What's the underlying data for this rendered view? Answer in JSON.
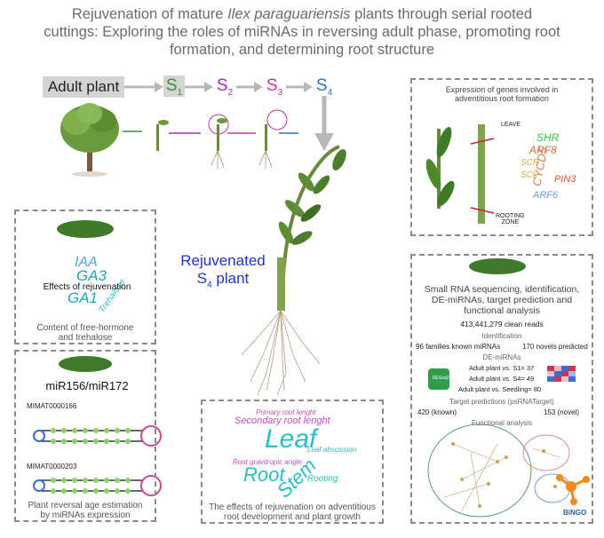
{
  "title": {
    "line1_pre": "Rejuvenation of mature ",
    "line1_species": "Ilex paraguariensis",
    "line1_post": " plants through serial rooted",
    "line2": "cuttings: Exploring the roles of miRNAs in reversing adult phase, promoting root",
    "line3": "formation, and determining root structure"
  },
  "timeline": {
    "adult_label": "Adult plant",
    "stages": [
      {
        "letter": "S",
        "num": "1",
        "color": "#3a8f3a"
      },
      {
        "letter": "S",
        "num": "2",
        "color": "#b02ab0"
      },
      {
        "letter": "S",
        "num": "3",
        "color": "#d0349c"
      },
      {
        "letter": "S",
        "num": "4",
        "color": "#2f6fd0"
      }
    ]
  },
  "rejuvenated": {
    "line1": "Rejuvenated",
    "line2_pre": "S",
    "line2_sub": "4",
    "line2_post": " plant"
  },
  "hormone_box": {
    "center": "Effects of rejuvenation",
    "words": [
      "IAA",
      "GA3",
      "GA1",
      "Trehalose"
    ],
    "caption1": "Content of free-hormone",
    "caption2": "and trehalose"
  },
  "mirna_box": {
    "title": "miR156/miR172",
    "id1": "MIMAT0000166",
    "id2": "MIMAT0000203",
    "caption1": "Plant reversal age estimation",
    "caption2": "by miRNAs expression"
  },
  "effects_box": {
    "words": {
      "primary": "Primary root lenght",
      "secondary": "Secondary root lenght",
      "leaf": "Leaf",
      "leaf_abscission": "Leaf abscission",
      "gravitropic": "Root gravitropic angle",
      "root": "Root",
      "stem": "Stem",
      "rooting": "Rooting"
    },
    "caption1": "The effects of rejuvenation on adventitious",
    "caption2": "root development and plant growth"
  },
  "genes_box": {
    "title1": "Expression of genes involved in",
    "title2": "adventitious root formation",
    "leave_label": "LEAVE",
    "rooting_label1": "ROOTING",
    "rooting_label2": "ZONE",
    "genes": [
      "SHR",
      "ARF8",
      "SCR",
      "CYCD5",
      "SCL",
      "PIN3",
      "ARF6"
    ]
  },
  "srna_box": {
    "title1": "Small RNA sequencing, identification,",
    "title2": "DE-miRNAs, target prediction and",
    "title3": "functional analysis",
    "clean_reads": "413,441,279 clean reads",
    "identification": "Identification",
    "known": "96 families known miRNAs",
    "novel": "170 novels predicted",
    "de_mirnas": "DE-miRNAs",
    "deseq": "DESeq2",
    "cmp1": "Adult plant vs. S1= 37",
    "cmp2": "Adult plant vs. S4= 49",
    "cmp3": "Adult plant vs. Seedling= 80",
    "targets": "Target predictions (psRNATarget)",
    "targets_known": "420 (known)",
    "targets_novel": "153 (novel)",
    "functional": "Functional analysis",
    "bingo": "BiNGO"
  }
}
